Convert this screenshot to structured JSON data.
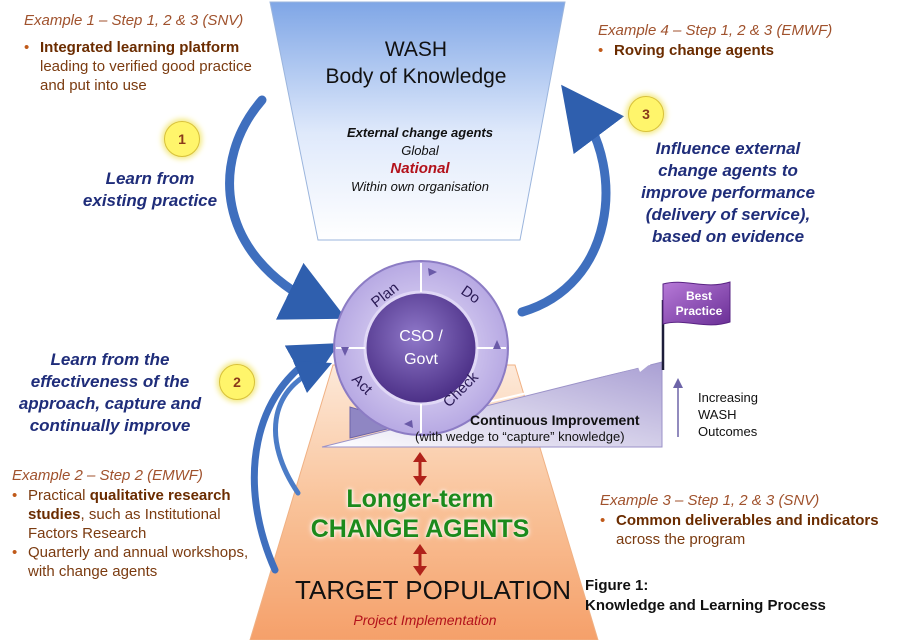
{
  "top_left": {
    "title": "Example 1 – Step 1, 2 & 3 (SNV)",
    "bullet_bold": "Integrated learning platform",
    "bullet_rest": " leading to verified good practice and put into use"
  },
  "top_right": {
    "title": "Example 4 – Step 1, 2 & 3 (EMWF)",
    "bullet": "Roving change agents"
  },
  "bottom_left": {
    "title": "Example 2 – Step 2 (EMWF)",
    "bullet1_pre": "Practical ",
    "bullet1_bold": "qualitative research studies",
    "bullet1_rest": ", such as Institutional Factors Research",
    "bullet2": "Quarterly and annual workshops, with change agents"
  },
  "bottom_right": {
    "title": "Example 3 – Step 1, 2 & 3 (SNV)",
    "bullet_bold1": "Common deliverables and indicators",
    "bullet_rest": " across the program"
  },
  "wash": {
    "line1": "WASH",
    "line2": "Body of Knowledge",
    "agents_title": "External change agents",
    "level1": "Global",
    "level2": "National",
    "level3": "Within own organisation"
  },
  "steps": {
    "one": "1",
    "two": "2",
    "three": "3",
    "learn_existing": "Learn from existing practice",
    "learn_effectiveness": "Learn from the effectiveness of the approach, capture and continually improve",
    "influence": "Influence external change agents to improve performance (delivery of service), based on evidence"
  },
  "cycle": {
    "center": "CSO / Govt",
    "plan": "Plan",
    "do": "Do",
    "check": "Check",
    "act": "Act"
  },
  "improvement": {
    "title": "Continuous Improvement",
    "subtitle": "(with wedge to “capture” knowledge)",
    "flag": "Best Practice",
    "outcomes": "Increasing WASH Outcomes"
  },
  "agents": {
    "line1": "Longer-term",
    "line2": "CHANGE AGENTS"
  },
  "target": {
    "title": "TARGET POPULATION",
    "subtitle": "Project Implementation"
  },
  "figure": {
    "label": "Figure 1:",
    "caption": "Knowledge and Learning Process"
  },
  "colors": {
    "navy": "#1f2d7a",
    "funnel_blue": "#a9c8f0",
    "cycle_purple": "#9a8cc8",
    "orange": "#f7b98a",
    "green": "#1c8a1c"
  }
}
